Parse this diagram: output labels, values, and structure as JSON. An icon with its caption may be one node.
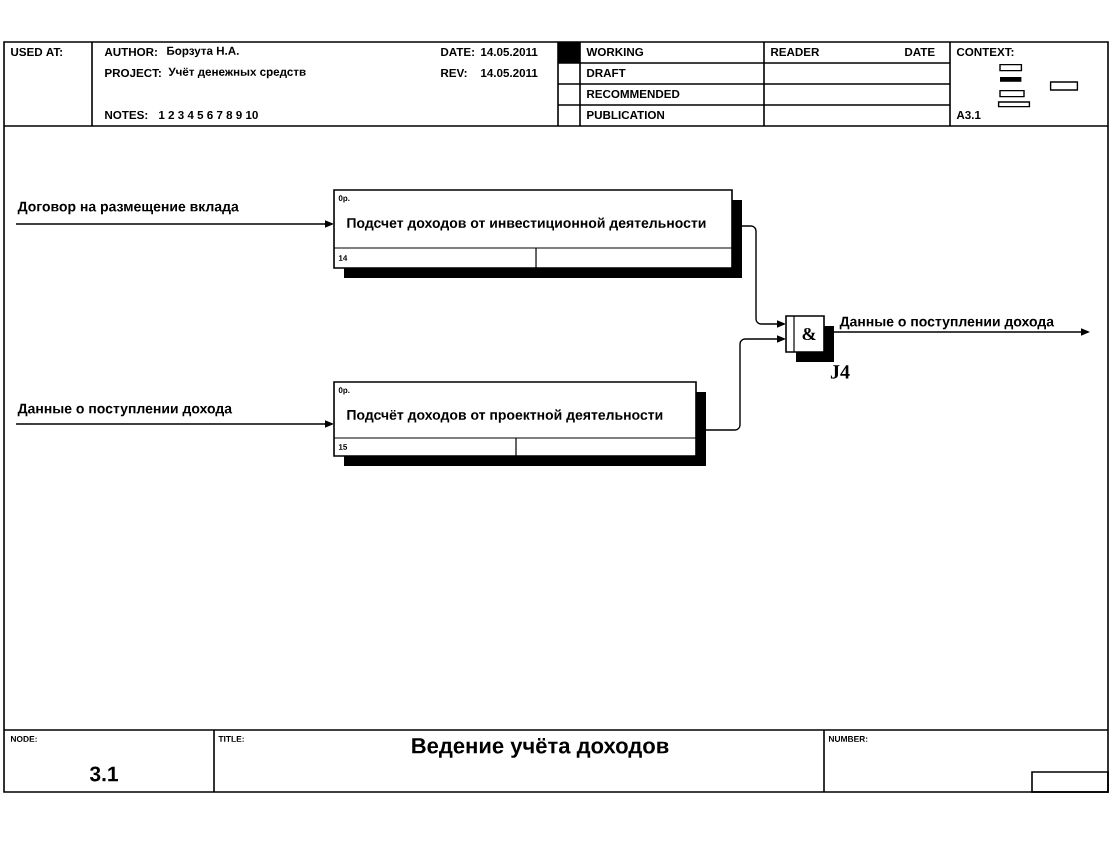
{
  "diagram": {
    "title": "Ведение учёта доходов",
    "nodes": [
      {
        "text": [
          "0р.",
          "Подсчет доходов от инвестиционной деятельности",
          "14"
        ]
      },
      {
        "text": [
          "0р.",
          "Подсчёт доходов от проектной деятельности",
          "15"
        ]
      },
      {
        "text": [
          "&"
        ],
        "beside": [
          "J4"
        ]
      }
    ],
    "edges": [
      {
        "from": null,
        "to": 0,
        "arrow": "to",
        "label": "Договор на размещение вклада"
      },
      {
        "from": null,
        "to": 1,
        "arrow": "to",
        "label": "Данные о поступлении дохода"
      },
      {
        "from": 0,
        "to": 2,
        "arrow": "to"
      },
      {
        "from": 1,
        "to": 2,
        "arrow": "to"
      },
      {
        "from": 2,
        "to": null,
        "arrow": "to",
        "label": "Данные о поступлении дохода"
      }
    ],
    "labels": [
      "USED AT:",
      "AUTHOR:",
      "Борзута Н.А.",
      "DATE:",
      "14.05.2011",
      "WORKING",
      "READER",
      "DATE",
      "CONTEXT:",
      "PROJECT:",
      "Учёт денежных средств",
      "REV:",
      "14.05.2011",
      "DRAFT",
      "RECOMMENDED",
      "NOTES:",
      "1 2 3 4 5 6 7 8 9 10",
      "PUBLICATION",
      "A3.1",
      "NODE:",
      "3.1",
      "TITLE:",
      "NUMBER:"
    ]
  }
}
